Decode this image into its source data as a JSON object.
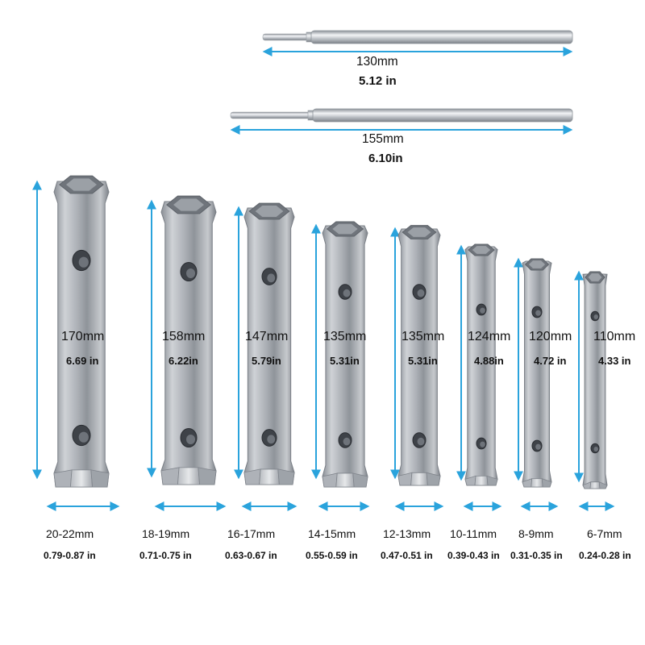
{
  "colors": {
    "arrow": "#2aa3dc",
    "steel_light": "#d4d7db",
    "steel_mid": "#a7abb1",
    "steel_dark": "#7f848b",
    "rod_light": "#f2f4f6",
    "rod_dark": "#8c9198"
  },
  "rods": [
    {
      "length_mm": "130mm",
      "length_in": "5.12 in"
    },
    {
      "length_mm": "155mm",
      "length_in": "6.10in"
    }
  ],
  "wrenches": [
    {
      "length_mm": "170mm",
      "length_in": "6.69 in",
      "size_mm": "20-22mm",
      "size_in": "0.79-0.87 in"
    },
    {
      "length_mm": "158mm",
      "length_in": "6.22in",
      "size_mm": "18-19mm",
      "size_in": "0.71-0.75 in"
    },
    {
      "length_mm": "147mm",
      "length_in": "5.79in",
      "size_mm": "16-17mm",
      "size_in": "0.63-0.67 in"
    },
    {
      "length_mm": "135mm",
      "length_in": "5.31in",
      "size_mm": "14-15mm",
      "size_in": "0.55-0.59 in"
    },
    {
      "length_mm": "135mm",
      "length_in": "5.31in",
      "size_mm": "12-13mm",
      "size_in": "0.47-0.51 in"
    },
    {
      "length_mm": "124mm",
      "length_in": "4.88in",
      "size_mm": "10-11mm",
      "size_in": "0.39-0.43 in"
    },
    {
      "length_mm": "120mm",
      "length_in": "4.72 in",
      "size_mm": "8-9mm",
      "size_in": "0.31-0.35 in"
    },
    {
      "length_mm": "110mm",
      "length_in": "4.33 in",
      "size_mm": "6-7mm",
      "size_in": "0.24-0.28 in"
    }
  ]
}
